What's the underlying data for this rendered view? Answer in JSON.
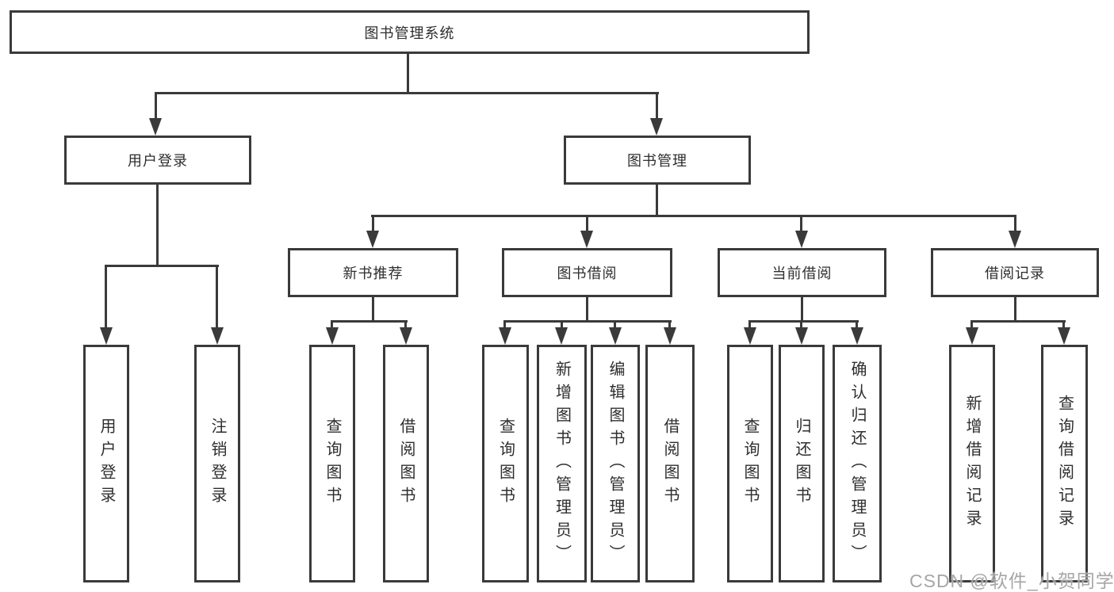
{
  "diagram": {
    "root": {
      "label": "图书管理系统"
    },
    "level2": [
      {
        "label": "用户登录"
      },
      {
        "label": "图书管理"
      }
    ],
    "level3": [
      {
        "label": "新书推荐"
      },
      {
        "label": "图书借阅"
      },
      {
        "label": "当前借阅"
      },
      {
        "label": "借阅记录"
      }
    ],
    "leaves": [
      {
        "label": "用户登录"
      },
      {
        "label": "注销登录"
      },
      {
        "label": "查询图书"
      },
      {
        "label": "借阅图书"
      },
      {
        "label": "查询图书"
      },
      {
        "label": "新增图书（管理员）"
      },
      {
        "label": "编辑图书（管理员）"
      },
      {
        "label": "借阅图书"
      },
      {
        "label": "查询图书"
      },
      {
        "label": "归还图书"
      },
      {
        "label": "确认归还（管理员）"
      },
      {
        "label": "新增借阅记录"
      },
      {
        "label": "查询借阅记录"
      }
    ]
  },
  "watermark": {
    "text": "CSDN @软件_小贺同学"
  },
  "colors": {
    "line": "#3a3a3a",
    "text": "#2e2e2e",
    "watermark": "#9e9e9e",
    "background": "#ffffff"
  }
}
